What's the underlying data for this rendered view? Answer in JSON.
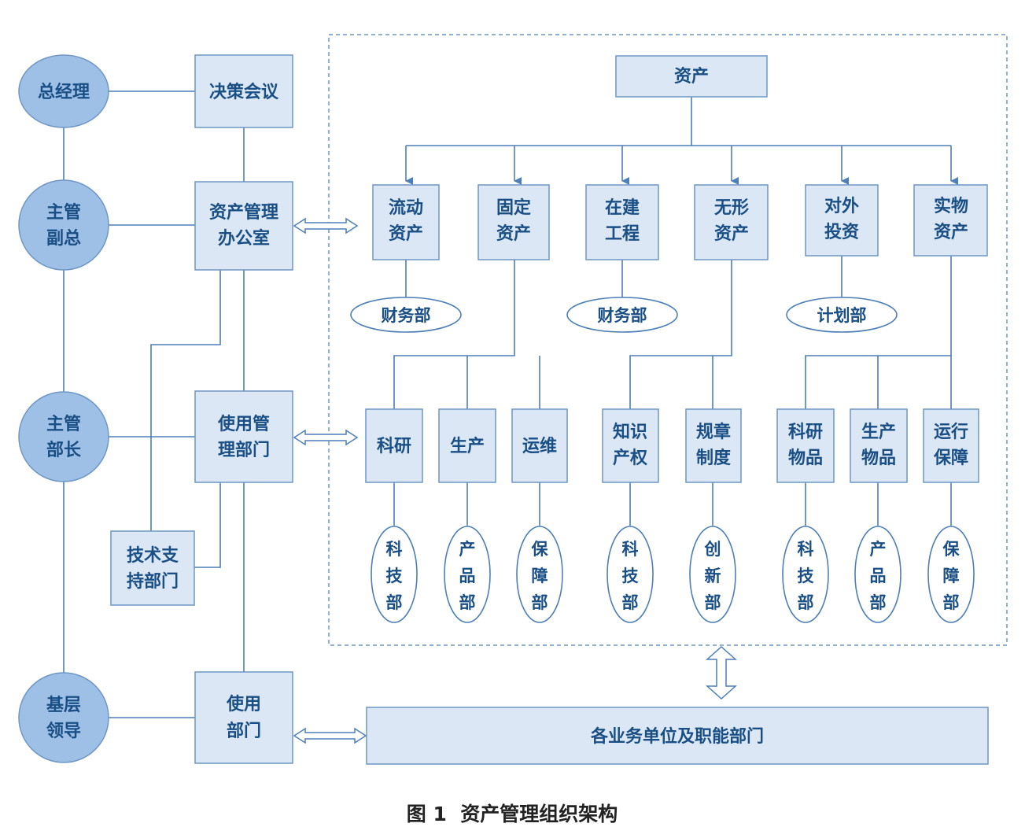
{
  "colors": {
    "box_fill": "#dbe7f4",
    "box_stroke": "#6f97c4",
    "circle_fill": "#9fc0e6",
    "line": "#4d7fb8",
    "text": "#1a4f86"
  },
  "roles": {
    "general_manager": "总经理",
    "vp": [
      "主管",
      "副总"
    ],
    "department_head": [
      "主管",
      "部长"
    ],
    "grassroots_leader": [
      "基层",
      "领导"
    ]
  },
  "left_boxes": {
    "decision_meeting": "决策会议",
    "asset_office": [
      "资产管理",
      "办公室"
    ],
    "usage_management": [
      "使用管",
      "理部门"
    ],
    "tech_support": [
      "技术支",
      "持部门"
    ],
    "usage_dept": [
      "使用",
      "部门"
    ]
  },
  "assets": {
    "root": "资产",
    "categories": {
      "current": [
        "流动",
        "资产"
      ],
      "fixed": [
        "固定",
        "资产"
      ],
      "construction": [
        "在建",
        "工程"
      ],
      "intangible": [
        "无形",
        "资产"
      ],
      "investment": [
        "对外",
        "投资"
      ],
      "physical": [
        "实物",
        "资产"
      ]
    },
    "owners": {
      "current": "财务部",
      "construction": "财务部",
      "investment": "计划部"
    },
    "subcategories": {
      "research": "科研",
      "production": "生产",
      "operations": "运维",
      "ip": [
        "知识",
        "产权"
      ],
      "rules": [
        "规章",
        "制度"
      ],
      "research_goods": [
        "科研",
        "物品"
      ],
      "production_goods": [
        "生产",
        "物品"
      ],
      "operation_support": [
        "运行",
        "保障"
      ]
    },
    "sub_owners": {
      "research": [
        "科",
        "技",
        "部"
      ],
      "production": [
        "产",
        "品",
        "部"
      ],
      "operations": [
        "保",
        "障",
        "部"
      ],
      "ip": [
        "科",
        "技",
        "部"
      ],
      "rules": [
        "创",
        "新",
        "部"
      ],
      "research_goods": [
        "科",
        "技",
        "部"
      ],
      "production_goods": [
        "产",
        "品",
        "部"
      ],
      "operation_support": [
        "保",
        "障",
        "部"
      ]
    }
  },
  "business_units": "各业务单位及职能部门",
  "caption": "图 1  资产管理组织架构"
}
